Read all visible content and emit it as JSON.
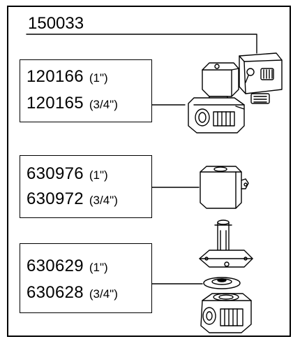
{
  "top_part": {
    "number": "150033"
  },
  "groups": [
    {
      "rows": [
        {
          "number": "120166",
          "size": "(1\")"
        },
        {
          "number": "120165",
          "size": "(3/4\")"
        }
      ]
    },
    {
      "rows": [
        {
          "number": "630976",
          "size": "(1\")"
        },
        {
          "number": "630972",
          "size": "(3/4\")"
        }
      ]
    },
    {
      "rows": [
        {
          "number": "630629",
          "size": "(1\")"
        },
        {
          "number": "630628",
          "size": "(3/4\")"
        }
      ]
    }
  ],
  "illustrations": [
    "connector-plug-icon",
    "solenoid-valve-icon",
    "solenoid-coil-icon",
    "valve-bonnet-icon",
    "diaphragm-icon",
    "valve-body-icon"
  ]
}
